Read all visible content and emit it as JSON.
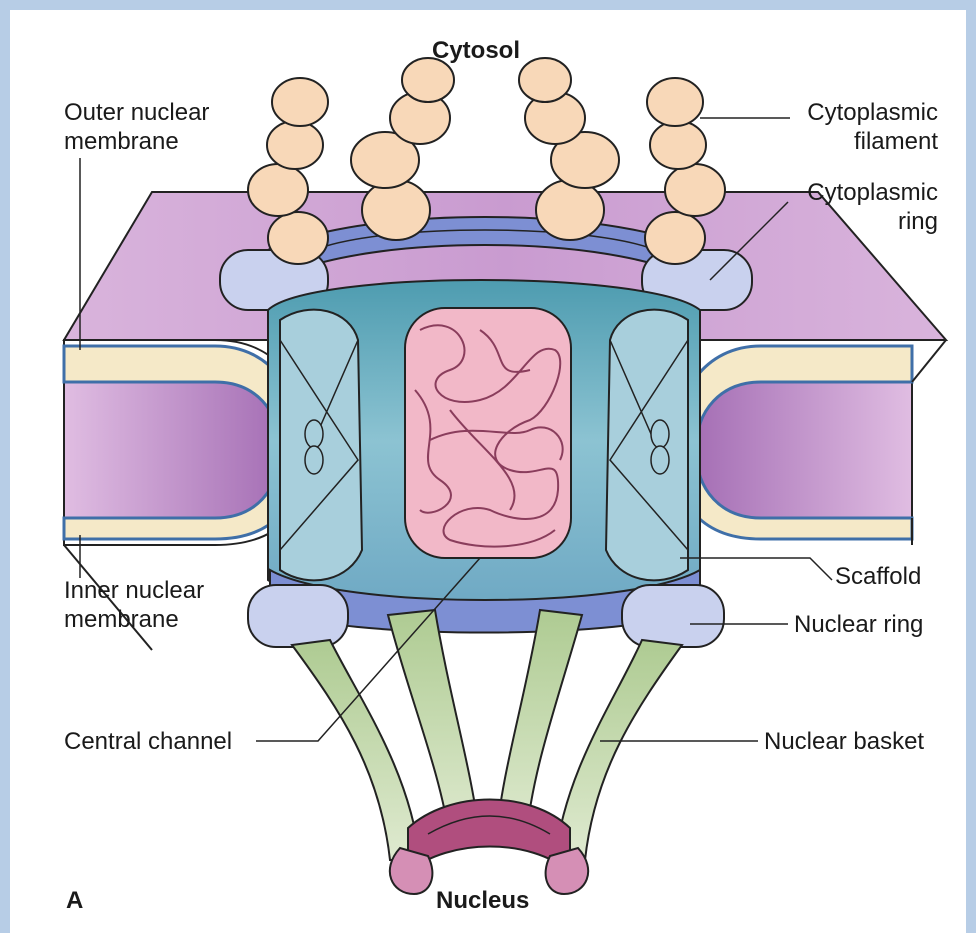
{
  "labels": {
    "cytosol": "Cytosol",
    "outer_nuclear_membrane": [
      "Outer nuclear",
      "membrane"
    ],
    "inner_nuclear_membrane": [
      "Inner nuclear",
      "membrane"
    ],
    "cytoplasmic_filament": [
      "Cytoplasmic",
      "filament"
    ],
    "cytoplasmic_ring": [
      "Cytoplasmic",
      "ring"
    ],
    "scaffold": "Scaffold",
    "nuclear_ring": "Nuclear ring",
    "central_channel": "Central channel",
    "nuclear_basket": "Nuclear basket",
    "nucleus": "Nucleus",
    "panel": "A"
  },
  "colors": {
    "page_border": "#b7cde6",
    "membrane_face": "#d9b4dc",
    "membrane_dark": "#b57fc1",
    "lipid_core": "#f5e9c8",
    "membrane_edge": "#3f6fa8",
    "ring": "#c9d1ee",
    "ring_band": "#7d8fd3",
    "scaffold": "#a8cfdc",
    "scaffold_dark": "#5ea6b8",
    "filament": "#f8d8b8",
    "channel": "#f2b8c8",
    "basket": "#c9ddb0",
    "basket_ring": "#b04e7e",
    "outline": "#222222"
  }
}
